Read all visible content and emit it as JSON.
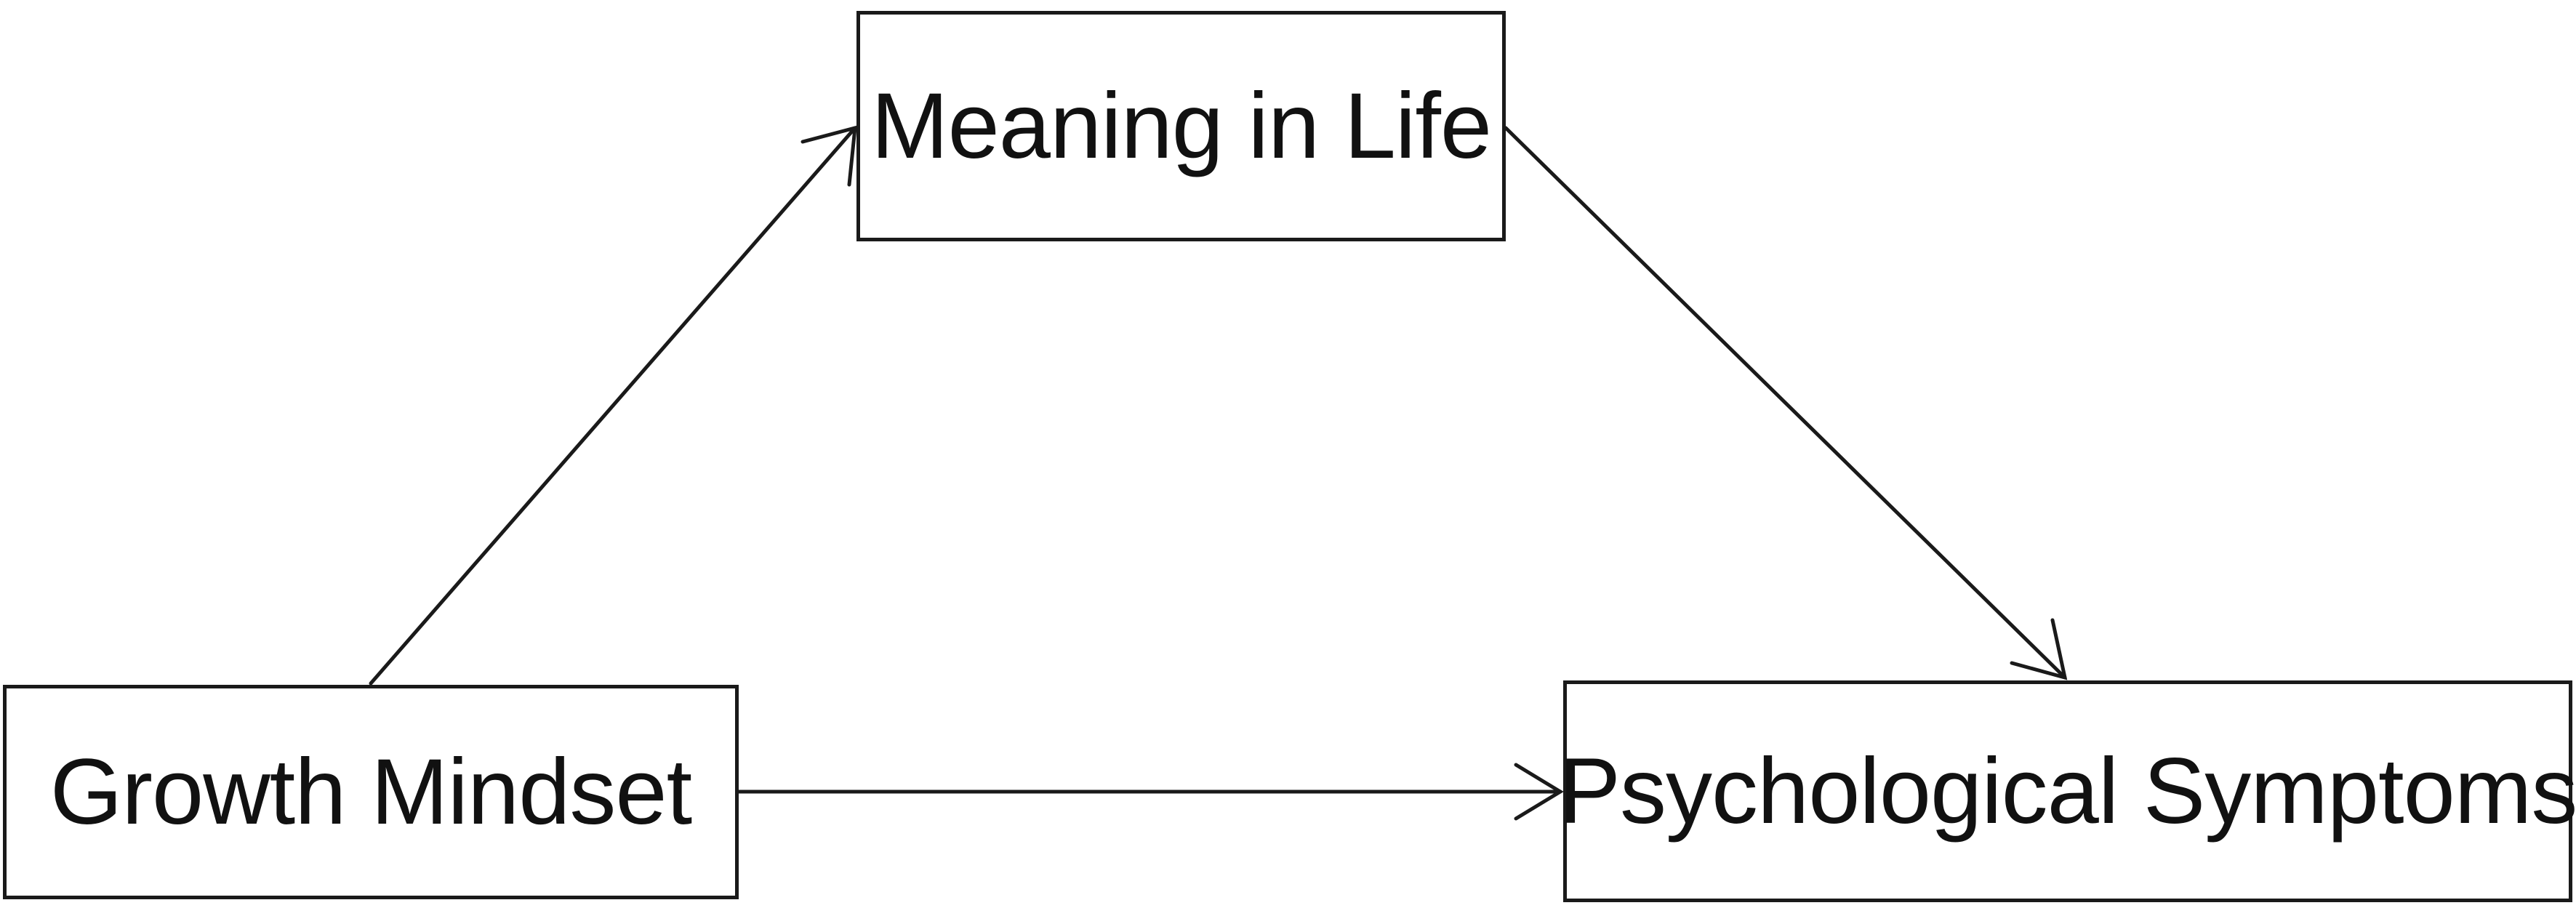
{
  "diagram": {
    "nodes": {
      "meaning_in_life": {
        "label": "Meaning in Life"
      },
      "growth_mindset": {
        "label": "Growth Mindset"
      },
      "psychological_symptoms": {
        "label": "Psychological Symptoms"
      }
    },
    "edges": [
      {
        "from": "Growth Mindset",
        "to": "Meaning in Life"
      },
      {
        "from": "Meaning in Life",
        "to": "Psychological Symptoms"
      },
      {
        "from": "Growth Mindset",
        "to": "Psychological Symptoms"
      }
    ],
    "colors": {
      "stroke": "#1a1a1a",
      "text": "#111111",
      "background": "#ffffff"
    }
  }
}
